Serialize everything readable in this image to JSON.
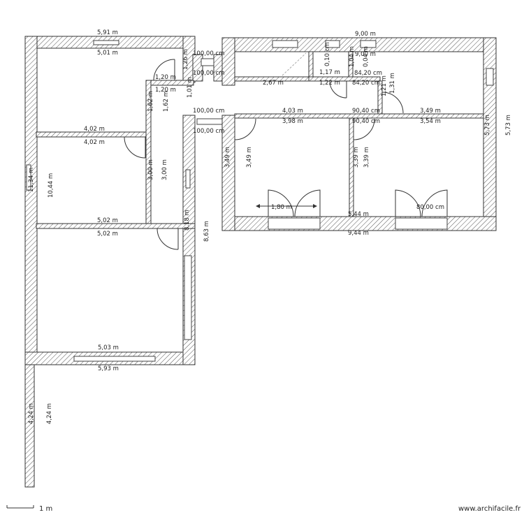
{
  "plan": {
    "footer": {
      "scale_label": "1 m",
      "watermark": "www.archifacile.fr"
    },
    "dims": {
      "top_left_outer": "5,91 m",
      "top_left_inner": "5,01 m",
      "top_right_outer": "9,00 m",
      "top_right_inner": "9,00 m",
      "c100_a": "100,00 cm",
      "c100_b": "100,00 cm",
      "c100_c": "100,00 cm",
      "c100_d": "100,00 cm",
      "s1_20_a": "1,20 m",
      "s1_20_b": "1,20 m",
      "s1_26": "1,26 m",
      "s1_01": "1,01 m",
      "s1_62_a": "1,62 m",
      "s1_62_b": "1,62 m",
      "s2_67": "2,67 m",
      "s0_10": "0,10 cm",
      "s1_17": "1,17 m",
      "s1_22": "1,22 m",
      "s1_04": "1,04 m",
      "s0_04": "0,04 m",
      "s84_20_a": "84,20 cm",
      "s84_20_b": "84,20 cm",
      "s1_31": "1,31 m",
      "s1_21": "1,21 m",
      "s4_03": "4,03 m",
      "s3_98": "3,98 m",
      "s90_40_a": "90,40 cm",
      "s90_40_b": "90,40 cm",
      "s3_49_top": "3,49 m",
      "s3_54": "3,54 m",
      "s5_73_a": "5,73 m",
      "s5_73_b": "5,73 m",
      "s4_02_a": "4,02 m",
      "s4_02_b": "4,02 m",
      "s3_49_a": "3,49 m",
      "s3_49_b": "3,49 m",
      "s3_39_a": "3,39 m",
      "s3_39_b": "3,39 m",
      "s3_00_a": "3,00 m",
      "s3_00_b": "3,00 m",
      "s11_34": "11,34 m",
      "s10_44": "10,44 m",
      "s1_80": "1,80 m",
      "s5_44": "5,44 m",
      "s80_00": "80,00 cm",
      "s9_44": "9,44 m",
      "s5_02_a": "5,02 m",
      "s5_02_b": "5,02 m",
      "s8_18": "8,18 m",
      "s8_63": "8,63 m",
      "s5_03": "5,03 m",
      "s5_93": "5,93 m",
      "s4_24_a": "4,24 m",
      "s4_24_b": "4,24 m"
    }
  }
}
